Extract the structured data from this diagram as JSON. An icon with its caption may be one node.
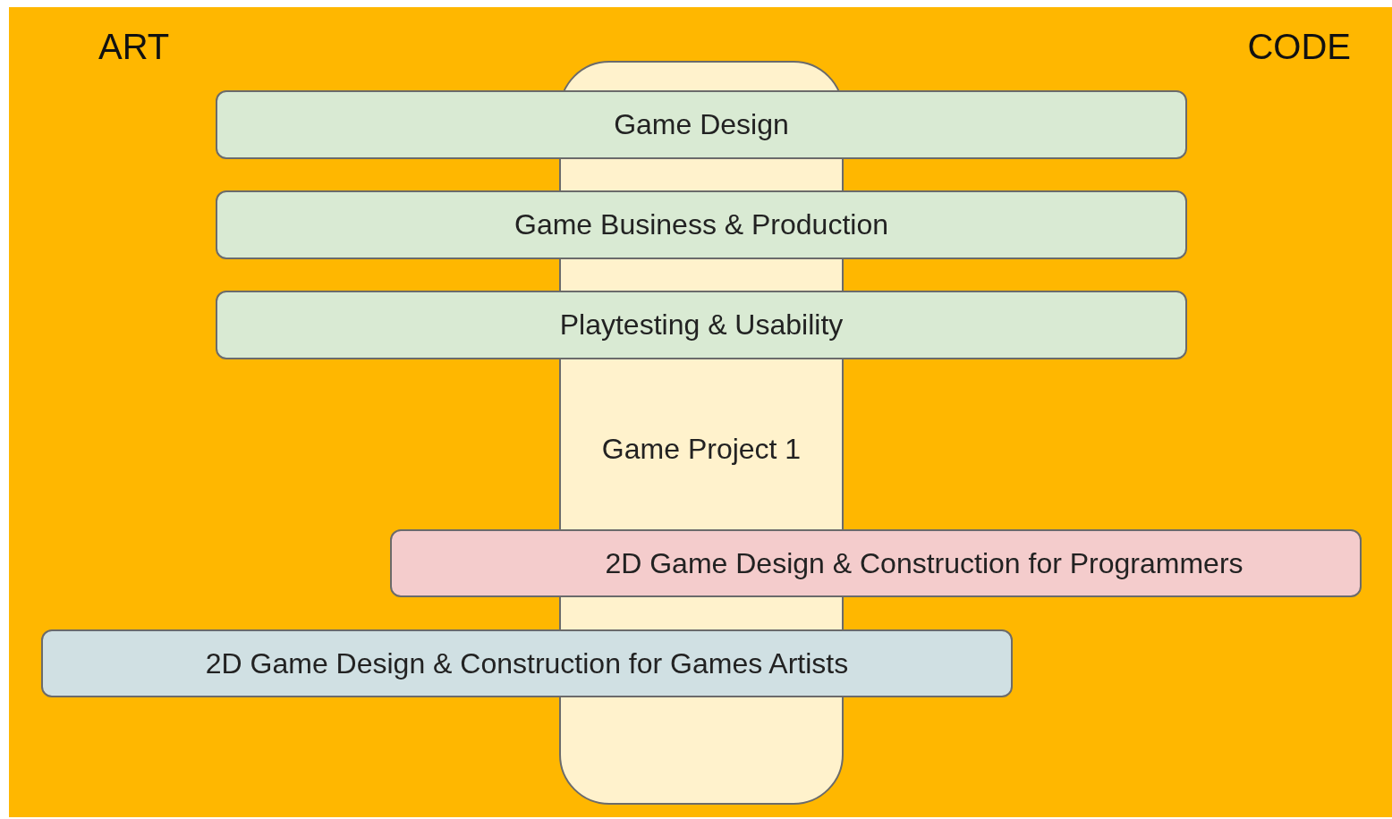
{
  "diagram": {
    "nodes": [
      {
        "text": [
          "Game Project 1"
        ]
      },
      {
        "text": [
          "Game Design"
        ]
      },
      {
        "text": [
          "Game Business & Production"
        ]
      },
      {
        "text": [
          "Playtesting & Usability"
        ]
      },
      {
        "text": [
          "2D Game Design & Construction for Programmers"
        ]
      },
      {
        "text": [
          "2D Game Design & Construction for Games Artists"
        ]
      }
    ],
    "labels": [
      "ART",
      "CODE"
    ]
  }
}
